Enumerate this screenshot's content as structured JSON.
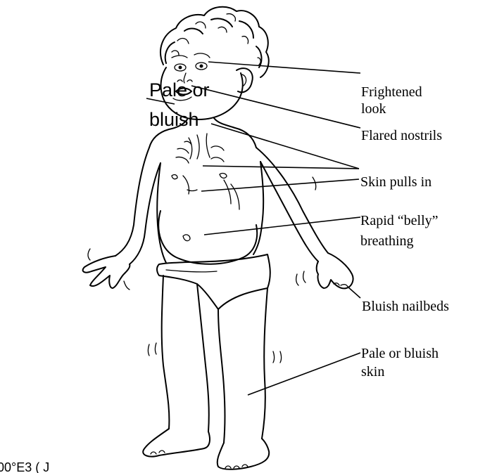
{
  "figure": {
    "side_label": [
      "Pale or",
      "bluish"
    ],
    "callouts": {
      "frightened": [
        "Frightened",
        "look"
      ],
      "nostrils": [
        "Flared nostrils"
      ],
      "skin_pulls": [
        "Skin pulls in"
      ],
      "belly": [
        "Rapid “belly”",
        "breathing"
      ],
      "nailbeds": [
        "Bluish nailbeds"
      ],
      "skin": [
        "Pale or bluish",
        "skin"
      ]
    },
    "footer_code": "00°E3 ( J"
  },
  "icons": {
    "child": "child-illustration"
  }
}
